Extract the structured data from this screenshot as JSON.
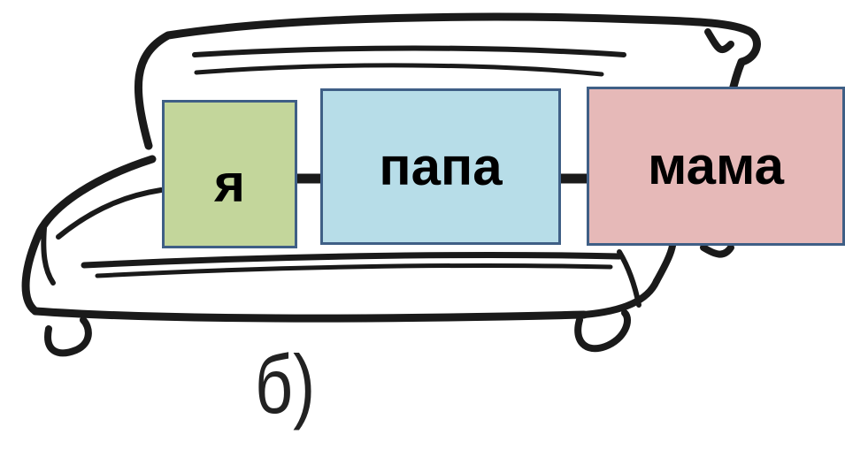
{
  "cards": [
    {
      "label": "я",
      "color": "#c3d69b"
    },
    {
      "label": "папа",
      "color": "#b7dde8"
    },
    {
      "label": "мама",
      "color": "#e6b9b8"
    }
  ],
  "caption": "б)"
}
